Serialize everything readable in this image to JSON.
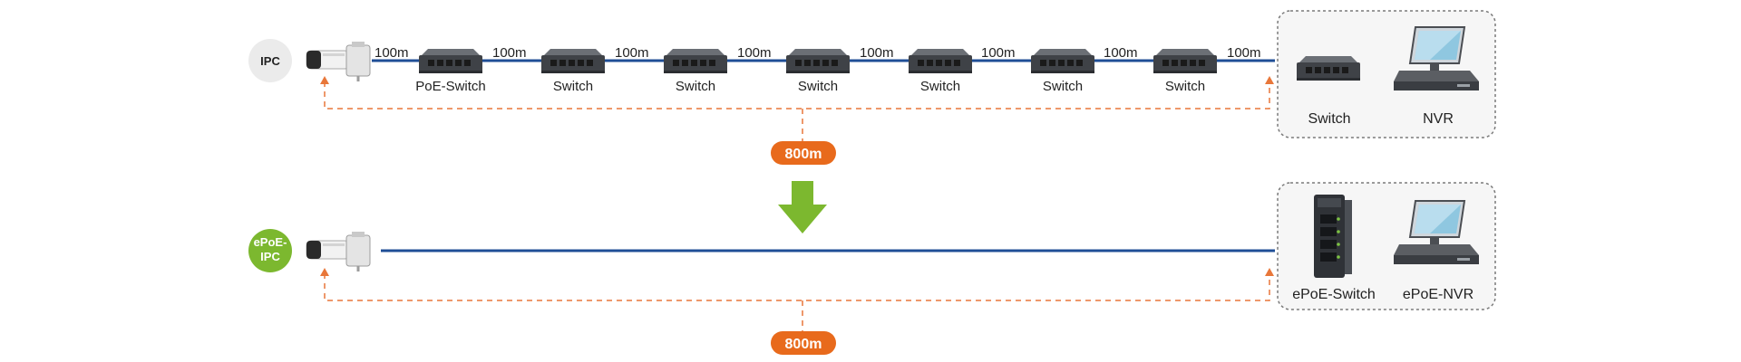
{
  "colors": {
    "cable": "#1f4e96",
    "dashed": "#e8773a",
    "badge": "#e86a1c",
    "arrow": "#7cb82f",
    "ipc_circle": "#ebebeb",
    "epoe_circle": "#7cb82f",
    "device_dark": "#4a4d52",
    "box_border": "#7a7a7a",
    "box_fill": "#f6f6f6"
  },
  "top_row": {
    "camera_badge": "IPC",
    "segments": [
      "100m",
      "100m",
      "100m",
      "100m",
      "100m",
      "100m",
      "100m",
      "100m"
    ],
    "switches": [
      "PoE-Switch",
      "Switch",
      "Switch",
      "Switch",
      "Switch",
      "Switch",
      "Switch"
    ],
    "end_box": {
      "switch_label": "Switch",
      "nvr_label": "NVR"
    },
    "distance_badge": "800m",
    "icons": [
      "bullet-camera-icon",
      "network-switch-icon",
      "nvr-monitor-icon"
    ]
  },
  "bottom_row": {
    "camera_badge_line1": "ePoE-",
    "camera_badge_line2": "IPC",
    "end_box": {
      "switch_label": "ePoE-Switch",
      "nvr_label": "ePoE-NVR"
    },
    "distance_badge": "800m",
    "icons": [
      "bullet-camera-icon",
      "industrial-switch-icon",
      "nvr-monitor-icon"
    ]
  },
  "transition_arrow_icon": "down-arrow-icon"
}
